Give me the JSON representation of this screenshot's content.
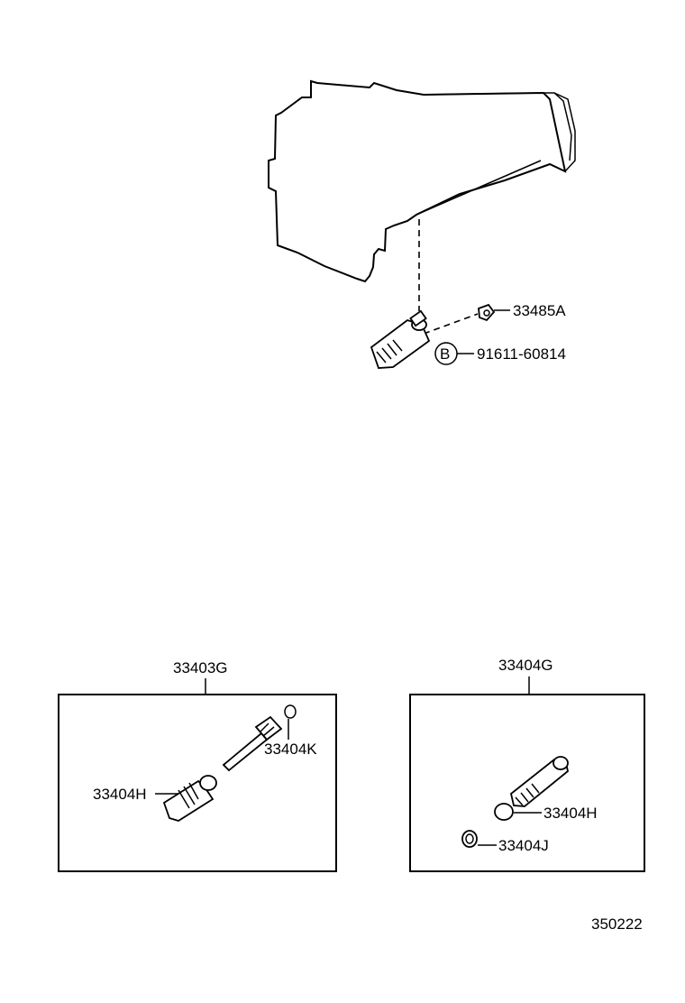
{
  "labels": {
    "part_33485A": "33485A",
    "part_91611": "91611-60814",
    "callout_b": "B",
    "kit_left": "33403G",
    "kit_right": "33404G",
    "left_33404K": "33404K",
    "left_33404H": "33404H",
    "right_33404H": "33404H",
    "right_33404J": "33404J",
    "drawing_number": "350222"
  }
}
